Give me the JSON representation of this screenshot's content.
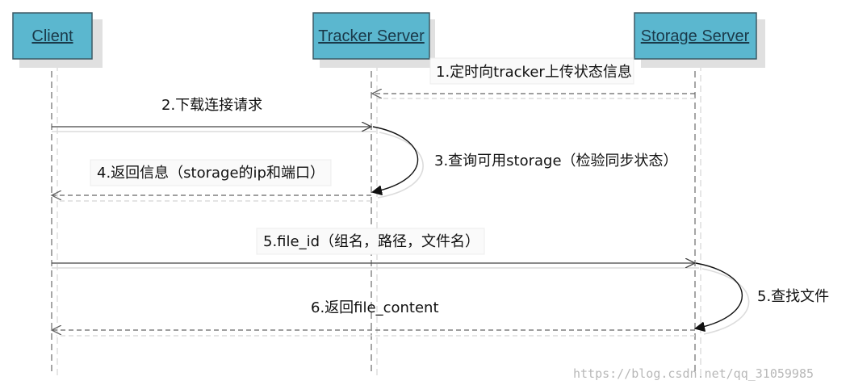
{
  "participants": {
    "client": "Client",
    "tracker": "Tracker Server",
    "storage": "Storage Server"
  },
  "messages": {
    "m1": "1.定时向tracker上传状态信息",
    "m2": "2.下载连接请求",
    "m3": "3.查询可用storage（检验同步状态）",
    "m4": "4.返回信息（storage的ip和端口）",
    "m5": "5.file_id（组名，路径，文件名）",
    "m6": "5.查找文件",
    "m7": "6.返回file_content"
  },
  "watermark": "https://blog.csdn.net/qq_31059985",
  "colors": {
    "box_fill": "#5bb7cf",
    "box_border": "#3c5a66",
    "line": "#555555",
    "shadow": "#dcdcdc"
  }
}
